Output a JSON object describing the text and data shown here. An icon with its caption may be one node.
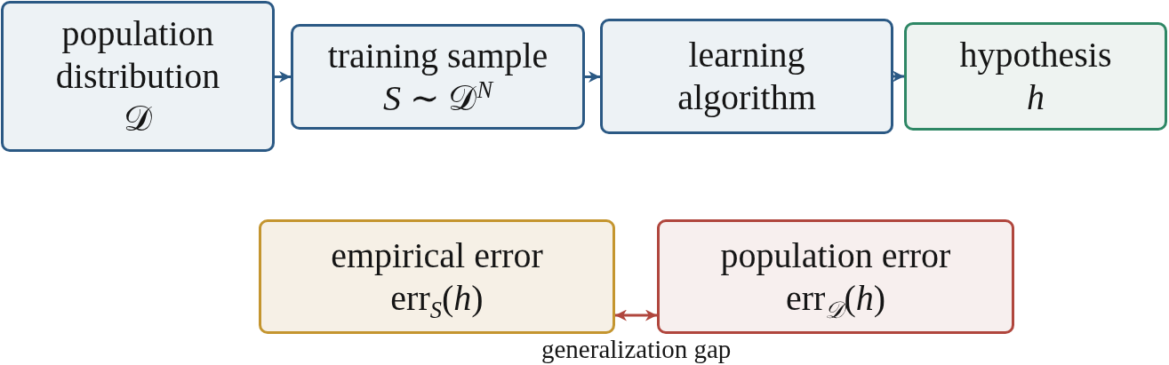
{
  "diagram": {
    "nodes": [
      {
        "text": [
          "population distribution",
          "𝒟"
        ]
      },
      {
        "text": [
          "training sample",
          "*S* ∼ 𝒟$^{N}$"
        ]
      },
      {
        "text": [
          "learning algorithm"
        ]
      },
      {
        "text": [
          "hypothesis",
          "h"
        ]
      },
      {
        "text": [
          "empirical error",
          "err$_{S}$(*h*)"
        ]
      },
      {
        "text": [
          "population error",
          "err$_{𝒟}$(*h*)"
        ]
      }
    ],
    "edges": [
      {
        "from": 0,
        "to": 1,
        "arrow": "to"
      },
      {
        "from": 1,
        "to": 2,
        "arrow": "to"
      },
      {
        "from": 2,
        "to": 3,
        "arrow": "to"
      },
      {
        "from": 4,
        "to": 5,
        "arrow": "both",
        "label": "generalization gap",
        "color": "#b0463d"
      }
    ]
  }
}
